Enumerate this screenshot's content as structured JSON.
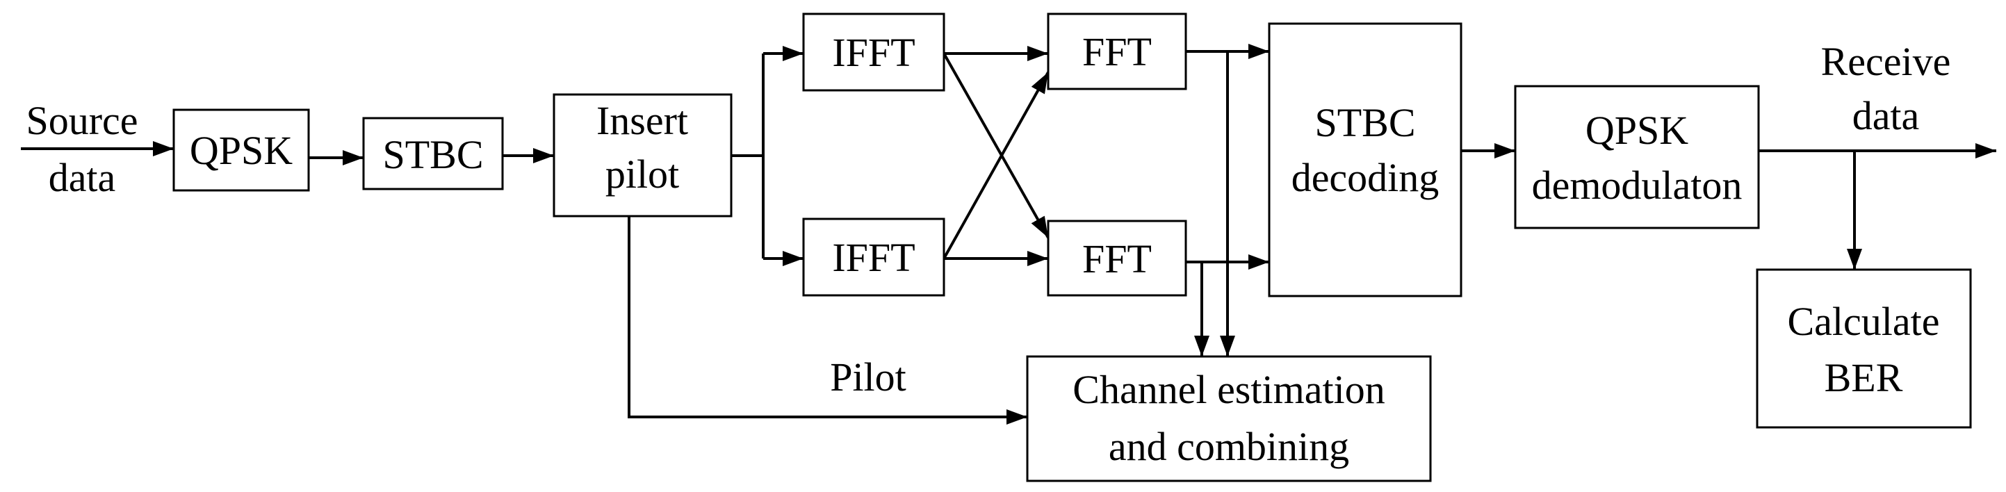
{
  "labels": {
    "source_line1": "Source",
    "source_line2": "data",
    "qpsk": "QPSK",
    "stbc": "STBC",
    "insert_pilot_line1": "Insert",
    "insert_pilot_line2": "pilot",
    "ifft_top": "IFFT",
    "ifft_bottom": "IFFT",
    "fft_top": "FFT",
    "fft_bottom": "FFT",
    "stbc_decoding_line1": "STBC",
    "stbc_decoding_line2": "decoding",
    "qpsk_demod_line1": "QPSK",
    "qpsk_demod_line2": "demodulaton",
    "receive_line1": "Receive",
    "receive_line2": "data",
    "calculate_ber_line1": "Calculate",
    "calculate_ber_line2": "BER",
    "pilot": "Pilot",
    "channel_est_line1": "Channel estimation",
    "channel_est_line2": "and combining"
  }
}
